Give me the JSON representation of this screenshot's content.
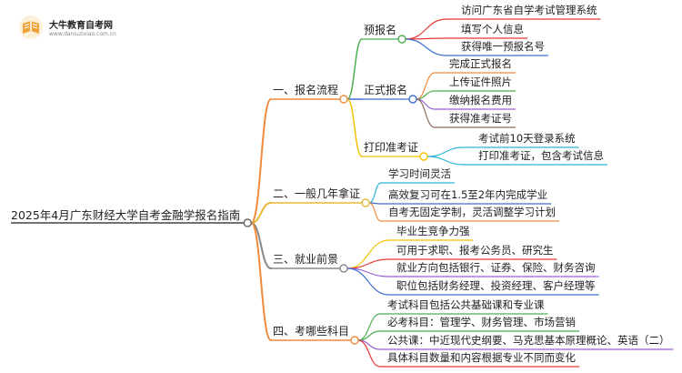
{
  "logo": {
    "title": "大牛教育自考网",
    "url": "www.daniuzixiao.com.cn"
  },
  "mindmap": {
    "root": "2025年4月广东财经大学自考金融学报名指南",
    "branches": [
      {
        "label": "一、报名流程",
        "color": "#f08a3c",
        "children": [
          {
            "label": "预报名",
            "color": "#4caf50",
            "children": [
              {
                "label": "访问广东省自学考试管理系统",
                "color": "#e53935"
              },
              {
                "label": "填写个人信息",
                "color": "#e53935"
              },
              {
                "label": "获得唯一预报名号",
                "color": "#3f6ecf"
              }
            ]
          },
          {
            "label": "正式报名",
            "color": "#3f6ecf",
            "children": [
              {
                "label": "完成正式报名",
                "color": "#f08a3c"
              },
              {
                "label": "上传证件照片",
                "color": "#4caf50"
              },
              {
                "label": "缴纳报名费用",
                "color": "#9c5fd6"
              },
              {
                "label": "获得准考证号",
                "color": "#8d6e63"
              }
            ]
          },
          {
            "label": "打印准考证",
            "color": "#f2c200",
            "children": [
              {
                "label": "考试前10天登录系统",
                "color": "#2bb3d6"
              },
              {
                "label": "打印准考证，包含考试信息",
                "color": "#2bb3d6"
              }
            ]
          }
        ]
      },
      {
        "label": "二、一般几年拿证",
        "color": "#e8b83a",
        "children": [
          {
            "label": "学习时间灵活",
            "color": "#2bb3d6"
          },
          {
            "label": "高效复习可在1.5至2年内完成学业",
            "color": "#3f6ecf"
          },
          {
            "label": "自考无固定学制，灵活调整学习计划",
            "color": "#f08a3c"
          }
        ]
      },
      {
        "label": "三、就业前景",
        "color": "#888888",
        "children": [
          {
            "label": "毕业生竞争力强",
            "color": "#f2c200"
          },
          {
            "label": "可用于求职、报考公务员、研究生",
            "color": "#e53935"
          },
          {
            "label": "就业方向包括银行、证券、保险、财务咨询",
            "color": "#9c5fd6"
          },
          {
            "label": "职位包括财务经理、投资经理、客户经理等",
            "color": "#3f6ecf"
          }
        ]
      },
      {
        "label": "四、考哪些科目",
        "color": "#f08a3c",
        "children": [
          {
            "label": "考试科目包括公共基础课和专业课",
            "color": "#4caf50"
          },
          {
            "label": "必考科目：管理学、财务管理、市场营销",
            "color": "#4caf50"
          },
          {
            "label": "公共课：中近现代史纲要、马克思基本原理概论、英语（二）",
            "color": "#9c5fd6"
          },
          {
            "label": "具体科目数量和内容根据专业不同而变化",
            "color": "#e53935"
          }
        ]
      }
    ]
  }
}
